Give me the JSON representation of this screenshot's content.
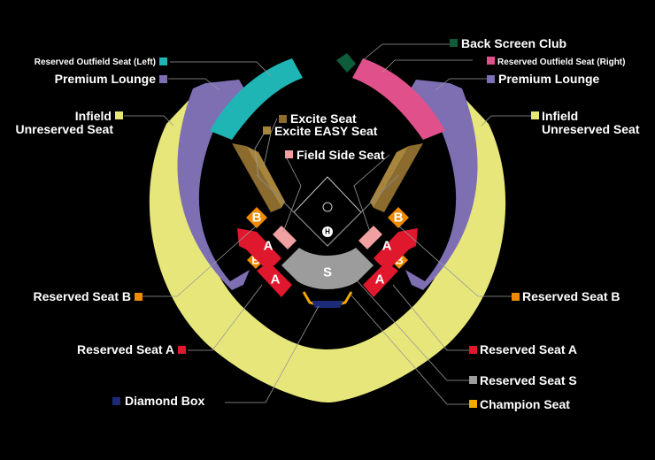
{
  "title": "",
  "colors": {
    "background": "#000000",
    "infield_unreserved": "#E6E67A",
    "premium_lounge": "#7E6FB3",
    "reserved_outfield_left": "#1FB5B5",
    "reserved_outfield_right": "#E0508A",
    "back_screen_club": "#0E5C3A",
    "excite_seat": "#8B6B2E",
    "excite_easy_seat": "#A8853C",
    "field_side_seat": "#F0A0A0",
    "reserved_seat_b": "#F08A00",
    "reserved_seat_a": "#E0182D",
    "reserved_seat_s": "#9C9C9C",
    "champion_seat": "#F5A800",
    "diamond_box": "#1C2A78",
    "leader_line": "#9A9A9A"
  },
  "section_letters": {
    "b": "B",
    "a": "A",
    "s": "S",
    "home": "H"
  },
  "legend": {
    "reserved_outfield_left": "Reserved Outfield Seat (Left)",
    "reserved_outfield_right": "Reserved Outfield Seat (Right)",
    "back_screen_club": "Back Screen Club",
    "premium_lounge_left": "Premium Lounge",
    "premium_lounge_right": "Premium Lounge",
    "infield_unreserved_left_line1": "Infield",
    "infield_unreserved_left_line2": "Unreserved Seat",
    "infield_unreserved_right_line1": "Infield",
    "infield_unreserved_right_line2": "Unreserved Seat",
    "excite_seat": "Excite Seat",
    "excite_easy_seat": "Excite EASY Seat",
    "field_side_seat": "Field Side Seat",
    "reserved_seat_b_left": "Reserved Seat B",
    "reserved_seat_b_right": "Reserved Seat B",
    "reserved_seat_a_left": "Reserved Seat A",
    "reserved_seat_a_right": "Reserved Seat A",
    "reserved_seat_s": "Reserved Seat S",
    "champion_seat": "Champion Seat",
    "diamond_box": "Diamond Box"
  }
}
